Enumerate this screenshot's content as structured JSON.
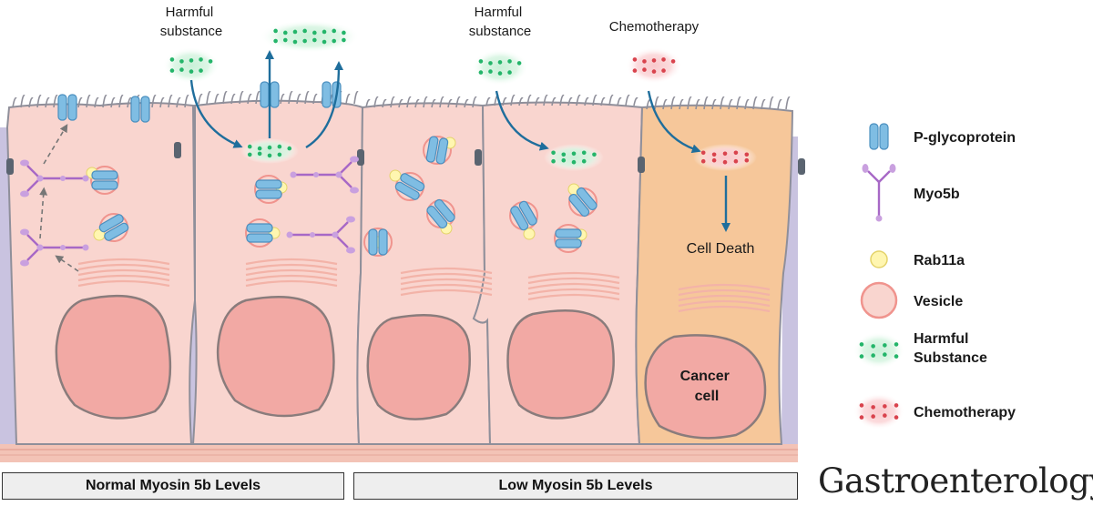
{
  "annotations": {
    "harmful_1": [
      "Harmful",
      "substance"
    ],
    "harmful_2": [
      "Harmful",
      "substance"
    ],
    "chemo": "Chemotherapy",
    "cell_death": "Cell Death",
    "cancer_cell": [
      "Cancer",
      "cell"
    ]
  },
  "legend": [
    {
      "icon": "pgp",
      "label": [
        "P-glycoprotein"
      ]
    },
    {
      "icon": "myo5b",
      "label": [
        "Myo5b"
      ]
    },
    {
      "icon": "rab11a",
      "label": [
        "Rab11a"
      ]
    },
    {
      "icon": "vesicle",
      "label": [
        "Vesicle"
      ]
    },
    {
      "icon": "harmful",
      "label": [
        "Harmful",
        "Substance"
      ]
    },
    {
      "icon": "chemo",
      "label": [
        "Chemotherapy"
      ]
    }
  ],
  "panels": {
    "normal": "Normal Myosin 5b Levels",
    "low": "Low Myosin 5b Levels"
  },
  "brand": "Gastroenterology",
  "colors": {
    "cell": "#f9d5cf",
    "cell_outline": "#8f8f9a",
    "nucleus": "#f2a9a4",
    "pgp": "#7fbde3",
    "myo5b": "#a768c6",
    "rab11a": "#fff6b0",
    "harmful": "#24b56a",
    "chemo": "#d9434d",
    "cancer": "#f6c79a",
    "arrow": "#1f6e9c"
  }
}
